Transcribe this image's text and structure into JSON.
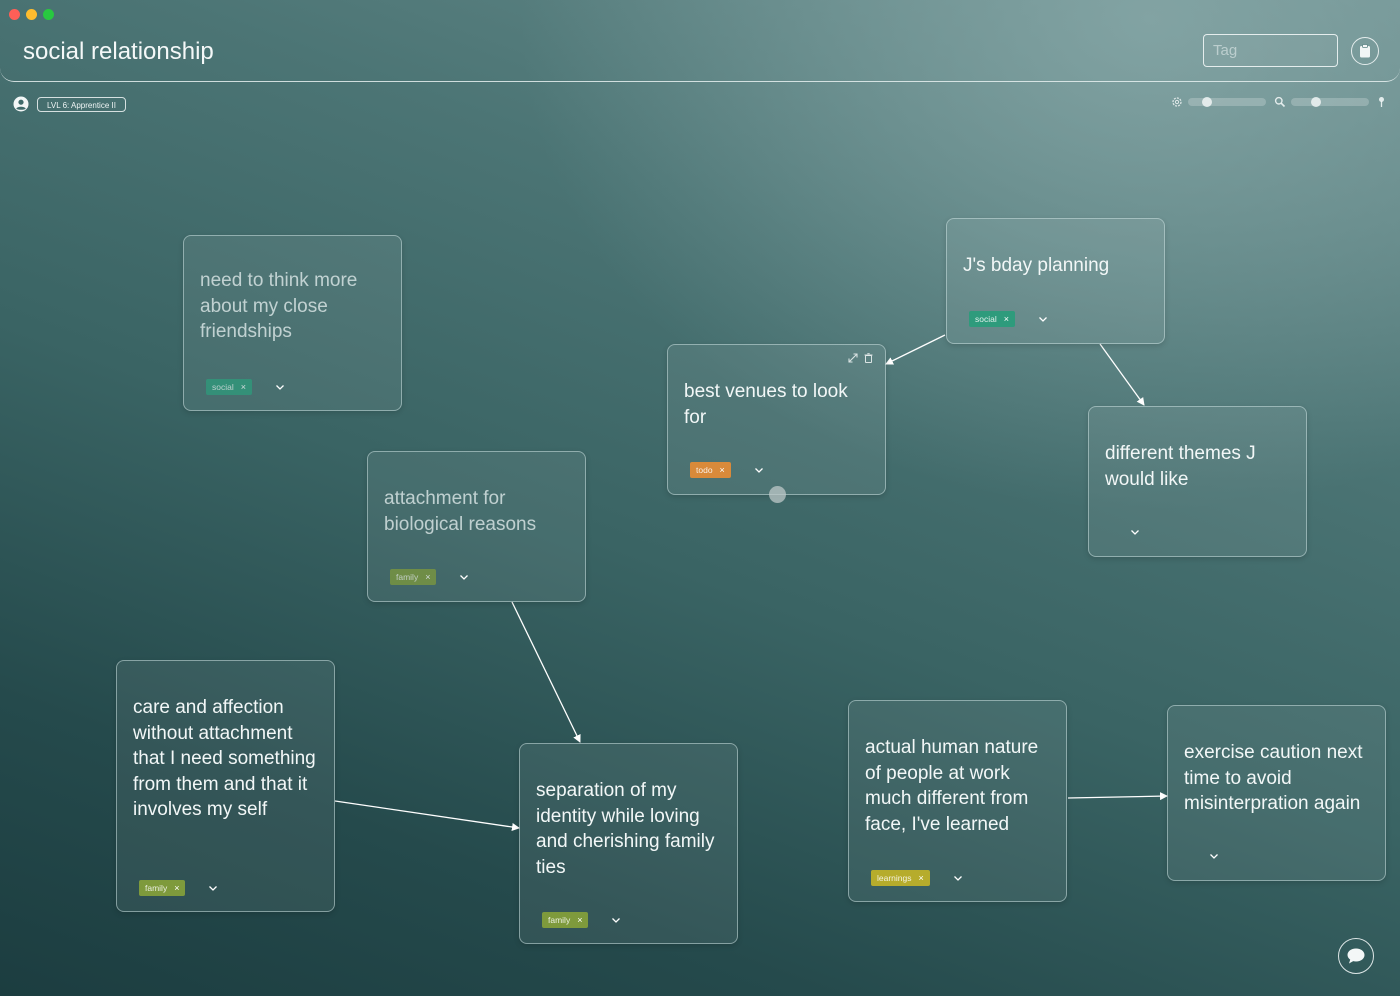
{
  "header": {
    "title": "social relationship",
    "tag_placeholder": "Tag"
  },
  "toolbar": {
    "level_badge": "LVL 6: Apprentice II",
    "slider_1_level": 0.2,
    "slider_2_level": 0.3
  },
  "colors": {
    "tag_social": "#2e9b7c",
    "tag_todo": "#d98a3a",
    "tag_family": "#7e9a3c",
    "tag_learnings": "#b6ac2c"
  },
  "cards": {
    "close_friendships": {
      "text": "need to think more about my close friendships",
      "tag": "social"
    },
    "bday_planning": {
      "text": "J's bday planning",
      "tag": "social"
    },
    "best_venues": {
      "text": "best venues to look for",
      "tag": "todo"
    },
    "different_themes": {
      "text": "different themes J would like"
    },
    "attachment": {
      "text": "attachment for biological reasons",
      "tag": "family"
    },
    "care_affection": {
      "text": "care and affection without attachment that I need something from them and that it involves my self",
      "tag": "family"
    },
    "separation_identity": {
      "text": "separation of my identity while loving and cherishing family ties",
      "tag": "family"
    },
    "human_nature": {
      "text": "actual human nature of people at work much different from face, I've learned",
      "tag": "learnings"
    },
    "exercise_caution": {
      "text": "exercise caution next time to avoid misinterpration again"
    }
  },
  "icons": {
    "tag_remove": "×"
  }
}
